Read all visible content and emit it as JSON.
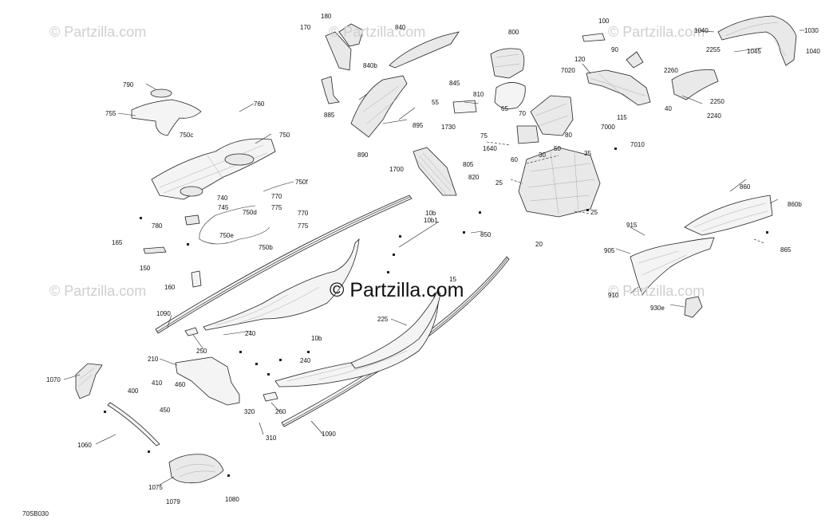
{
  "diagram_code": "70SB030",
  "watermark": "© Partzilla.com",
  "center_watermark": "© Partzilla.com",
  "part_labels": [
    "180",
    "840",
    "170",
    "100",
    "1040",
    "1030",
    "800",
    "90",
    "2255",
    "1045",
    "1040",
    "840b",
    "845",
    "120",
    "7020",
    "2260",
    "790",
    "760",
    "885",
    "55",
    "810",
    "65",
    "70",
    "895",
    "7000",
    "115",
    "40",
    "2240",
    "2250",
    "755",
    "750c",
    "750",
    "1730",
    "75",
    "80",
    "1640",
    "50",
    "7010",
    "890",
    "1700",
    "805",
    "30",
    "35",
    "60",
    "820",
    "25",
    "750f",
    "740",
    "770",
    "745",
    "775",
    "750d",
    "770",
    "750e",
    "775",
    "10b",
    "10b1",
    "25",
    "860",
    "860b",
    "780",
    "750b",
    "165",
    "850",
    "20",
    "915",
    "905",
    "865",
    "150",
    "15",
    "160",
    "910",
    "930e",
    "1090",
    "225",
    "240",
    "250",
    "10b",
    "210",
    "240",
    "1070",
    "410",
    "400",
    "460",
    "450",
    "260",
    "320",
    "1090",
    "1060",
    "310",
    "1075",
    "1079",
    "1080"
  ]
}
